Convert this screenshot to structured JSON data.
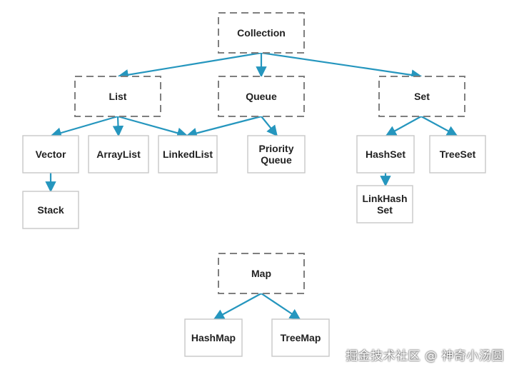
{
  "colors": {
    "arrow": "#2596be",
    "dashed_border": "#7f7f7f",
    "solid_border": "#c8c8c8",
    "text": "#222222"
  },
  "nodes": [
    {
      "id": "collection",
      "lines": [
        "Collection"
      ],
      "style": "dashed"
    },
    {
      "id": "list",
      "lines": [
        "List"
      ],
      "style": "dashed"
    },
    {
      "id": "queue",
      "lines": [
        "Queue"
      ],
      "style": "dashed"
    },
    {
      "id": "set",
      "lines": [
        "Set"
      ],
      "style": "dashed"
    },
    {
      "id": "vector",
      "lines": [
        "Vector"
      ],
      "style": "solid"
    },
    {
      "id": "arraylist",
      "lines": [
        "ArrayList"
      ],
      "style": "solid"
    },
    {
      "id": "linkedlist",
      "lines": [
        "LinkedList"
      ],
      "style": "solid"
    },
    {
      "id": "priorityqueue",
      "lines": [
        "Priority",
        "Queue"
      ],
      "style": "solid"
    },
    {
      "id": "hashset",
      "lines": [
        "HashSet"
      ],
      "style": "solid"
    },
    {
      "id": "treeset",
      "lines": [
        "TreeSet"
      ],
      "style": "solid"
    },
    {
      "id": "stack",
      "lines": [
        "Stack"
      ],
      "style": "solid"
    },
    {
      "id": "linkedhashset",
      "lines": [
        "LinkHash",
        "Set"
      ],
      "style": "solid"
    },
    {
      "id": "map",
      "lines": [
        "Map"
      ],
      "style": "dashed"
    },
    {
      "id": "hashmap",
      "lines": [
        "HashMap"
      ],
      "style": "solid"
    },
    {
      "id": "treemap",
      "lines": [
        "TreeMap"
      ],
      "style": "solid"
    }
  ],
  "edges": [
    {
      "from": "collection",
      "to": "list"
    },
    {
      "from": "collection",
      "to": "queue"
    },
    {
      "from": "collection",
      "to": "set"
    },
    {
      "from": "list",
      "to": "vector"
    },
    {
      "from": "list",
      "to": "arraylist"
    },
    {
      "from": "list",
      "to": "linkedlist"
    },
    {
      "from": "queue",
      "to": "linkedlist"
    },
    {
      "from": "queue",
      "to": "priorityqueue"
    },
    {
      "from": "set",
      "to": "hashset"
    },
    {
      "from": "set",
      "to": "treeset"
    },
    {
      "from": "vector",
      "to": "stack"
    },
    {
      "from": "hashset",
      "to": "linkedhashset"
    },
    {
      "from": "map",
      "to": "hashmap"
    },
    {
      "from": "map",
      "to": "treemap"
    }
  ],
  "watermark": "掘金技术社区 @ 神奇小汤圆"
}
